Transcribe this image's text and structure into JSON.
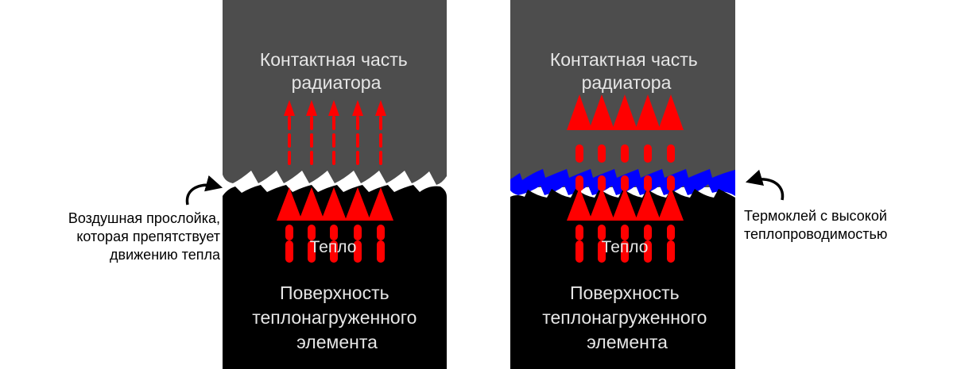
{
  "colors": {
    "radiator": "#4d4d4d",
    "element": "#000000",
    "heat_arrow": "#ff0000",
    "thermal_glue": "#0000ff",
    "label_text": "#e6e6e6",
    "note_text": "#000000"
  },
  "left_panel": {
    "radiator_label": [
      "Контактная часть",
      "радиатора"
    ],
    "heat_label": "Тепло",
    "element_label": [
      "Поверхность",
      "теплонагруженного",
      "элемента"
    ],
    "annotation": [
      "Воздушная прослойка,",
      "которая препятствует",
      "движению тепла"
    ],
    "annotation_icon": "curved-arrow-icon"
  },
  "right_panel": {
    "radiator_label": [
      "Контактная часть",
      "радиатора"
    ],
    "heat_label": "Тепло",
    "element_label": [
      "Поверхность",
      "теплонагруженного",
      "элемента"
    ],
    "annotation": [
      "Термоклей с высокой",
      "теплопроводимостью"
    ],
    "annotation_icon": "curved-arrow-icon"
  }
}
